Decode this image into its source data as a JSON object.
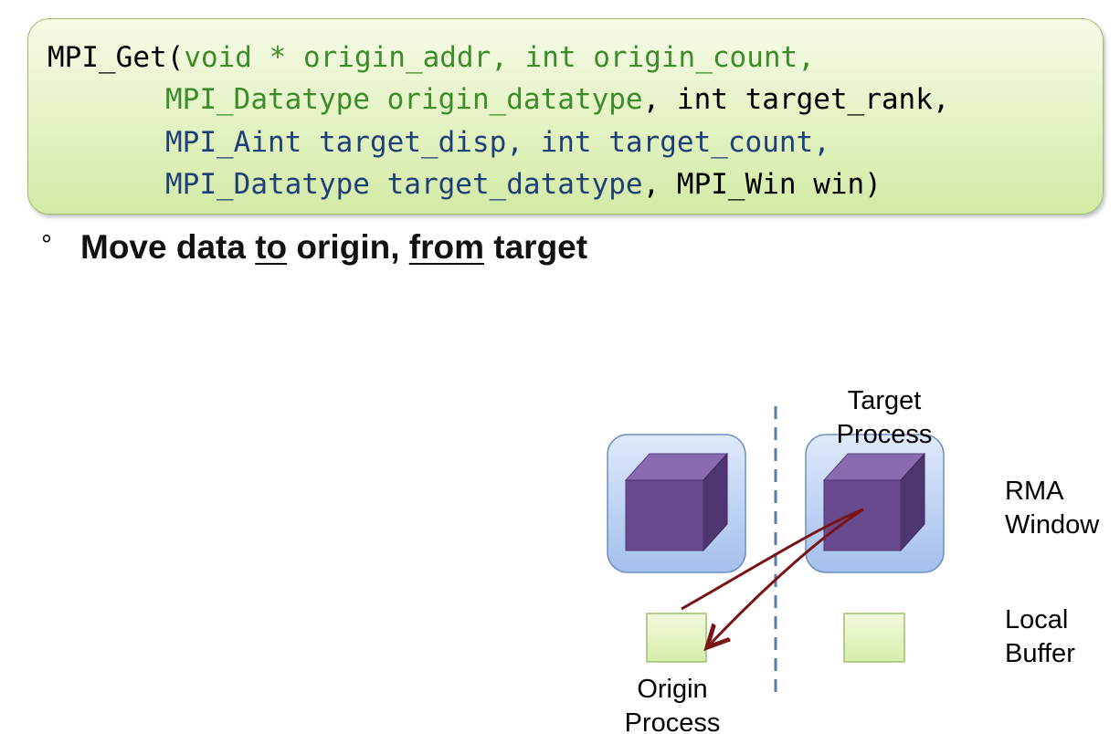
{
  "code": {
    "line1": [
      {
        "text": "MPI_Get(",
        "color": "black"
      },
      {
        "text": "void * origin_addr, int origin_count,",
        "color": "green"
      }
    ],
    "line2": [
      {
        "text": "MPI_Datatype origin_datatype",
        "color": "green"
      },
      {
        "text": ", int target_rank,",
        "color": "black"
      }
    ],
    "line3": [
      {
        "text": "MPI_Aint target_disp, int target_count,",
        "color": "navy"
      }
    ],
    "line4": [
      {
        "text": "MPI_Datatype target_datatype",
        "color": "navy"
      },
      {
        "text": ", MPI_Win win)",
        "color": "black"
      }
    ]
  },
  "bullet": {
    "glyph": "°",
    "part1": "Move data ",
    "to": "to",
    "part2": " origin, ",
    "from": "from",
    "part3": " target"
  },
  "diagram": {
    "target_process_label_line1": "Target",
    "target_process_label_line2": "Process",
    "origin_process_label_line1": "Origin",
    "origin_process_label_line2": "Process",
    "rma_window_label_line1": "RMA",
    "rma_window_label_line2": "Window",
    "local_buffer_label_line1": "Local",
    "local_buffer_label_line2": "Buffer"
  },
  "colors": {
    "code_green": "#3d8c2a",
    "code_navy": "#1f3f78",
    "cube_purple": "#6a4a8f",
    "window_blue": "#a9c4ef",
    "buffer_green": "#e6f5c6",
    "arrow_red": "#7a1414",
    "divider_blue": "#5a7cab"
  }
}
